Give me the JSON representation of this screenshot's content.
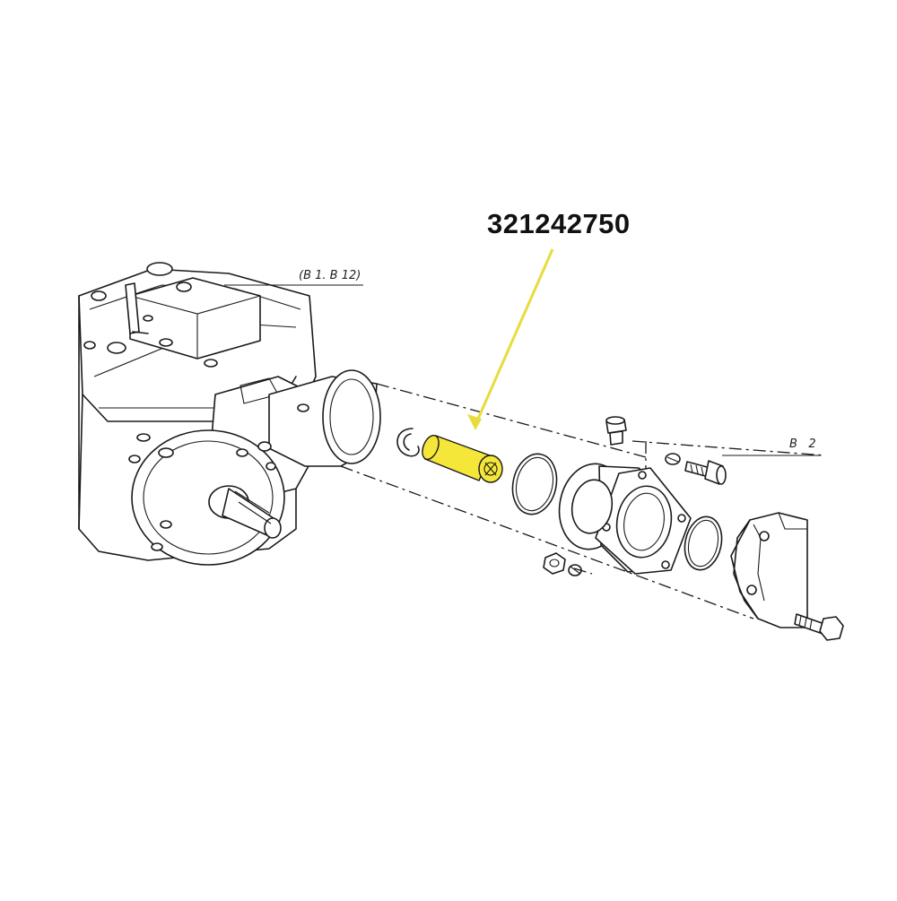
{
  "diagram": {
    "highlighted_part": {
      "part_number": "321242750",
      "highlight_color": "#f5e63a",
      "leader_color": "#e8dc3c"
    },
    "references": {
      "gearbox": "(B 1. B 12)",
      "flange_bolt": "B   2"
    },
    "line_color": "#1a1a1a",
    "background": "#ffffff"
  }
}
